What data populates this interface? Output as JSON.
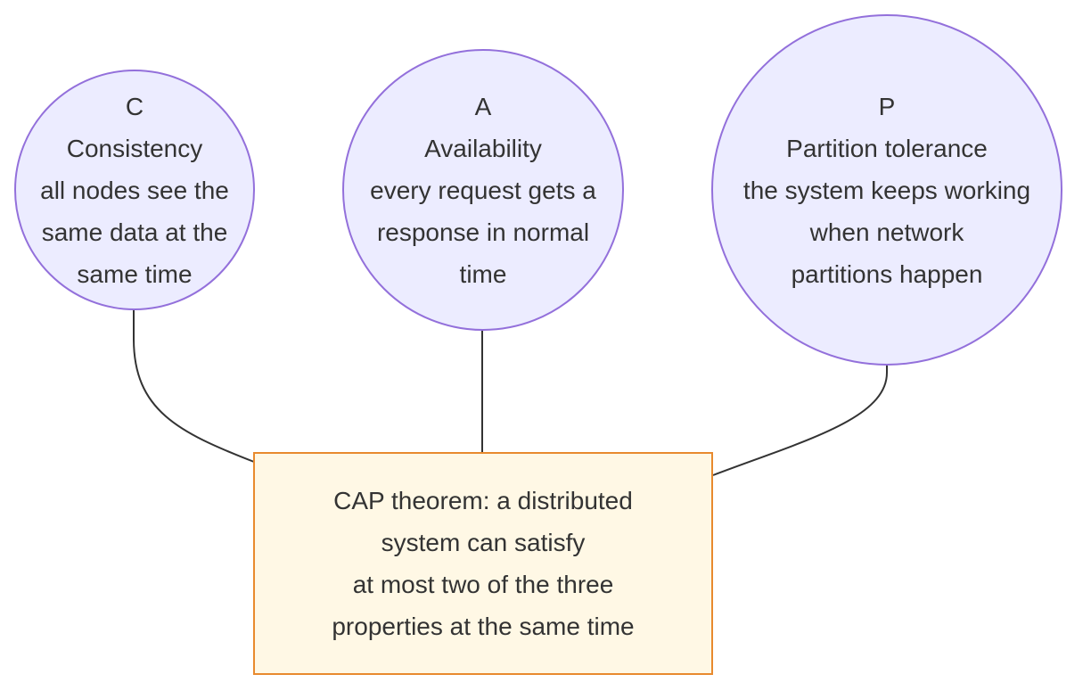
{
  "colors": {
    "circle_fill": "#ECECFF",
    "circle_stroke": "#9370DB",
    "box_fill": "#FFF8E5",
    "box_stroke": "#E88A2E",
    "edge": "#333333",
    "text": "#333333"
  },
  "nodes": {
    "c": {
      "letter": "C",
      "name": "Consistency",
      "desc_lines": [
        "all nodes see the",
        "same data at the",
        "same time"
      ]
    },
    "a": {
      "letter": "A",
      "name": "Availability",
      "desc_lines": [
        "every request gets a",
        "response in normal",
        "time"
      ]
    },
    "p": {
      "letter": "P",
      "name": "Partition tolerance",
      "desc_lines": [
        "the system keeps working",
        "when network",
        "partitions happen"
      ]
    },
    "center": {
      "lines": [
        "CAP theorem: a distributed",
        "system can satisfy",
        "at most two of the three",
        "properties at the same time"
      ]
    }
  },
  "edges": [
    {
      "from": "c",
      "to": "center"
    },
    {
      "from": "a",
      "to": "center"
    },
    {
      "from": "p",
      "to": "center"
    }
  ]
}
